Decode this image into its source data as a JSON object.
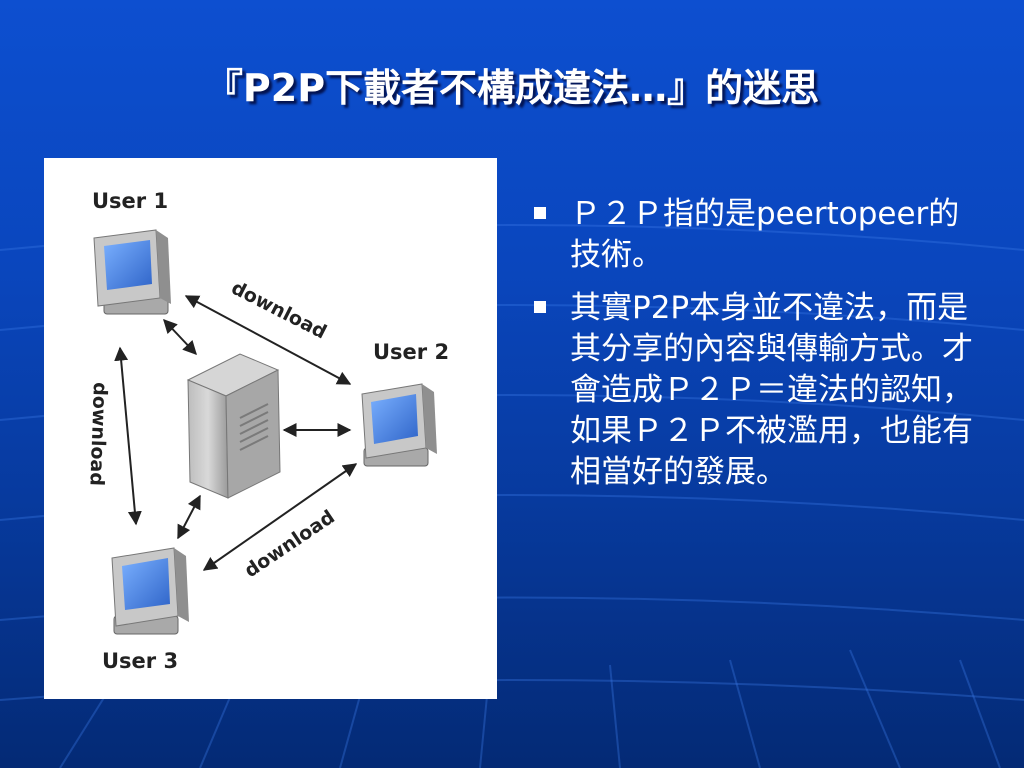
{
  "slide": {
    "title": "『P2P下載者不構成違法…』的迷思"
  },
  "figure": {
    "user1_label": "User 1",
    "user2_label": "User 2",
    "user3_label": "User 3",
    "download_label_top": "download",
    "download_label_left": "download",
    "download_label_bottom": "download"
  },
  "bullets": [
    {
      "text": "Ｐ２Ｐ指的是peertopeer的技術。"
    },
    {
      "text": "其實P2P本身並不違法，而是其分享的內容與傳輸方式。才會造成Ｐ２Ｐ＝違法的認知，如果Ｐ２Ｐ不被濫用，也能有相當好的發展。"
    }
  ],
  "colors": {
    "background_top": "#0d4fd0",
    "background_bottom": "#042a75",
    "text": "#ffffff",
    "figure_background": "#ffffff"
  }
}
